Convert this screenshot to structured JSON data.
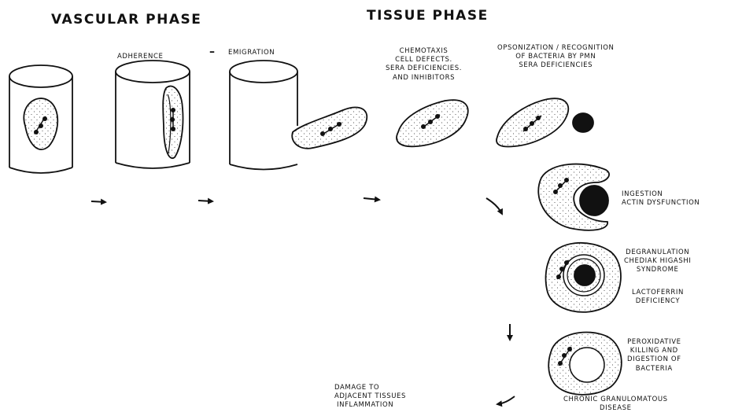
{
  "headers": {
    "vascular": "VASCULAR PHASE",
    "tissue": "TISSUE PHASE"
  },
  "labels": {
    "adherence": "ADHERENCE",
    "dash": "–",
    "emigration": "EMIGRATION",
    "chemotaxis": [
      "CHEMOTAXIS",
      "CELL DEFECTS.",
      "SERA DEFICIENCIES.",
      "AND INHIBITORS"
    ],
    "opsonization": [
      "OPSONIZATION / RECOGNITION",
      "OF BACTERIA BY PMN",
      "SERA DEFICIENCIES"
    ],
    "ingestion": [
      "INGESTION",
      "ACTIN DYSFUNCTION"
    ],
    "degranulation": [
      "DEGRANULATION",
      "CHEDIAK HIGASHI",
      "SYNDROME"
    ],
    "lactoferrin": [
      "LACTOFERRIN",
      "DEFICIENCY"
    ],
    "peroxidative": [
      "PEROXIDATIVE",
      "KILLING AND",
      "DIGESTION OF",
      "BACTERIA"
    ],
    "cgd": [
      "CHRONIC GRANULOMATOUS",
      "DISEASE"
    ],
    "damage": [
      "DAMAGE TO",
      "ADJACENT TISSUES",
      "INFLAMMATION"
    ]
  },
  "icons": [
    "vessel-icon",
    "neutrophil-icon",
    "bacterium-icon",
    "arrow-icon"
  ]
}
